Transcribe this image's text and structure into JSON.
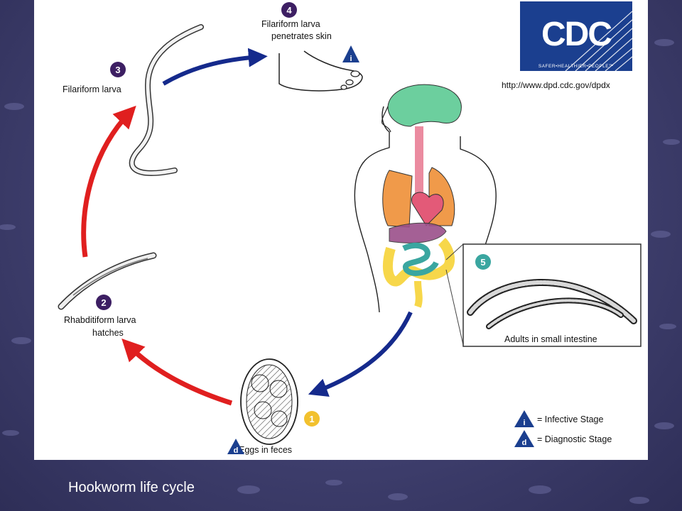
{
  "caption": "Hookworm life cycle",
  "logo": {
    "text": "CDC",
    "tagline": "SAFER•HEALTHIER•PEOPLE™",
    "url": "http://www.dpd.cdc.gov/dpdx"
  },
  "stages": [
    {
      "number": "1",
      "lines": [
        "Eggs in feces"
      ]
    },
    {
      "number": "2",
      "lines": [
        "Rhabditiform larva",
        "hatches"
      ]
    },
    {
      "number": "3",
      "lines": [
        "Filariform larva"
      ]
    },
    {
      "number": "4",
      "lines": [
        "Filariform larva",
        "penetrates skin"
      ]
    },
    {
      "number": "5",
      "lines": [
        "Adults in small intestine"
      ]
    }
  ],
  "legend": {
    "infective": {
      "letter": "i",
      "label": "= Infective Stage"
    },
    "diagnostic": {
      "letter": "d",
      "label": "= Diagnostic Stage"
    }
  },
  "colors": {
    "stage_circle_purple": "#3d1f63",
    "stage_circle_yellow": "#f2c12e",
    "stage_circle_teal": "#3aa6a0",
    "arrow_red": "#e01f1f",
    "arrow_blue": "#152a8c",
    "cdc_blue": "#1b3f8f",
    "lungs": "#f09a4a",
    "brain": "#6ccf9e",
    "heart": "#e35a78"
  },
  "icons": {
    "infective_marker": "triangle-i-icon",
    "diagnostic_marker": "triangle-d-icon"
  }
}
